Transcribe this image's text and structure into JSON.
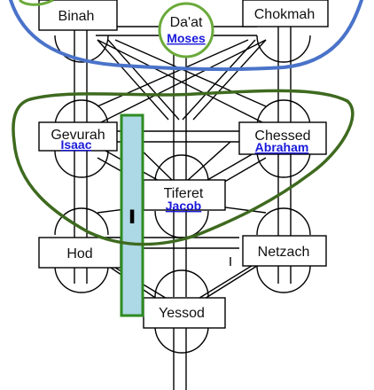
{
  "sefirot": {
    "binah": {
      "name": "Binah"
    },
    "daat": {
      "name": "Da'at",
      "figure": "Moses"
    },
    "chokmah": {
      "name": "Chokmah"
    },
    "gevurah": {
      "name": "Gevurah",
      "figure": "Isaac"
    },
    "chessed": {
      "name": "Chessed",
      "figure": "Abraham"
    },
    "tiferet": {
      "name": "Tiferet",
      "figure": "Jacob"
    },
    "hod": {
      "name": "Hod"
    },
    "netzach": {
      "name": "Netzach"
    },
    "yessod": {
      "name": "Yessod"
    }
  },
  "vav_bar": {
    "letter": "ו",
    "fill_color": "#add8e6",
    "border_color": "#2e8b22"
  },
  "colors": {
    "upper_curve": "#4a73c9",
    "middle_loop": "#3e6a1f",
    "daat_circle": "#6aaa3a",
    "figure_text": "#1a1adb"
  }
}
